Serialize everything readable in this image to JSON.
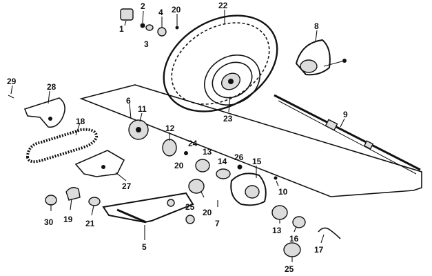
{
  "callouts": [
    {
      "id": "1",
      "text": "1"
    },
    {
      "id": "2",
      "text": "2"
    },
    {
      "id": "3",
      "text": "3"
    },
    {
      "id": "4",
      "text": "4"
    },
    {
      "id": "20a",
      "text": "20"
    },
    {
      "id": "22",
      "text": "22"
    },
    {
      "id": "8",
      "text": "8"
    },
    {
      "id": "29",
      "text": "29"
    },
    {
      "id": "28",
      "text": "28"
    },
    {
      "id": "6",
      "text": "6"
    },
    {
      "id": "11",
      "text": "11"
    },
    {
      "id": "23",
      "text": "23"
    },
    {
      "id": "9",
      "text": "9"
    },
    {
      "id": "18",
      "text": "18"
    },
    {
      "id": "12",
      "text": "12"
    },
    {
      "id": "24",
      "text": "24"
    },
    {
      "id": "13a",
      "text": "13"
    },
    {
      "id": "20b",
      "text": "20"
    },
    {
      "id": "14",
      "text": "14"
    },
    {
      "id": "26",
      "text": "26"
    },
    {
      "id": "15",
      "text": "15"
    },
    {
      "id": "27",
      "text": "27"
    },
    {
      "id": "10",
      "text": "10"
    },
    {
      "id": "25a",
      "text": "25"
    },
    {
      "id": "20c",
      "text": "20"
    },
    {
      "id": "7",
      "text": "7"
    },
    {
      "id": "30",
      "text": "30"
    },
    {
      "id": "19",
      "text": "19"
    },
    {
      "id": "21",
      "text": "21"
    },
    {
      "id": "5",
      "text": "5"
    },
    {
      "id": "13b",
      "text": "13"
    },
    {
      "id": "16",
      "text": "16"
    },
    {
      "id": "17",
      "text": "17"
    },
    {
      "id": "25b",
      "text": "25"
    }
  ]
}
